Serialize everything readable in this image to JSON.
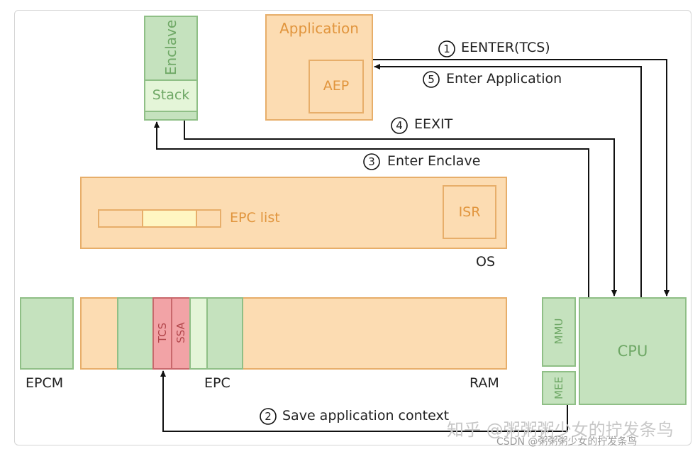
{
  "enclave": {
    "label": "Enclave",
    "stack_label": "Stack"
  },
  "application": {
    "label": "Application",
    "aep_label": "AEP"
  },
  "os": {
    "label": "OS",
    "epc_list_label": "EPC list",
    "isr_label": "ISR"
  },
  "memory": {
    "epcm_label": "EPCM",
    "epc_label": "EPC",
    "ram_label": "RAM",
    "tcs_label": "TCS",
    "ssa_label": "SSA"
  },
  "cpu": {
    "label": "CPU",
    "mmu_label": "MMU",
    "mee_label": "MEE"
  },
  "steps": {
    "s1": {
      "num": "1",
      "text": "EENTER(TCS)"
    },
    "s2": {
      "num": "2",
      "text": "Save application context"
    },
    "s3": {
      "num": "3",
      "text": "Enter Enclave"
    },
    "s4": {
      "num": "4",
      "text": "EEXIT"
    },
    "s5": {
      "num": "5",
      "text": "Enter Application"
    }
  },
  "watermark": {
    "zhihu": "知乎 @粥粥粥少女的拧发条鸟",
    "csdn": "CSDN @粥粥粥少女的拧发条鸟"
  }
}
